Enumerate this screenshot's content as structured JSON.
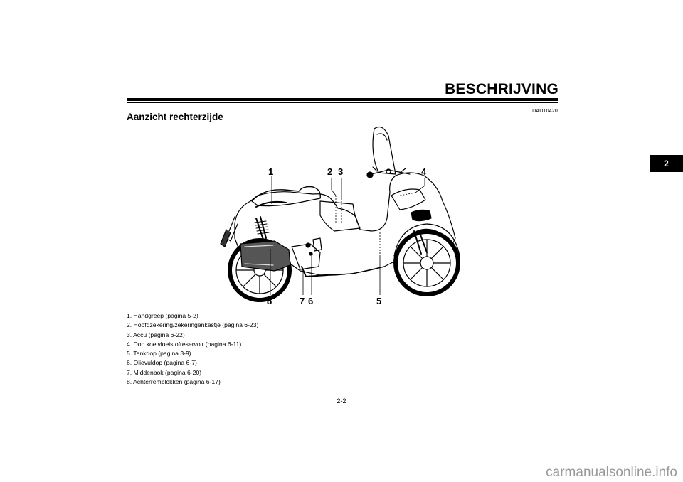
{
  "header": {
    "title": "BESCHRIJVING",
    "doc_code": "DAU10420"
  },
  "section": {
    "title": "Aanzicht rechterzijde"
  },
  "chapter_tab": "2",
  "callouts": {
    "c1": "1",
    "c2": "2",
    "c3": "3",
    "c4": "4",
    "c5": "5",
    "c6": "6",
    "c7": "7",
    "c8": "8"
  },
  "legend": [
    "1. Handgreep (pagina 5-2)",
    "2. Hoofdzekering/zekeringenkastje (pagina 6-23)",
    "3. Accu (pagina 6-22)",
    "4. Dop koelvloeistofreservoir (pagina 6-11)",
    "5. Tankdop (pagina 3-9)",
    "6. Olievuldop (pagina 6-7)",
    "7. Middenbok (pagina 6-20)",
    "8. Achterremblokken (pagina 6-17)"
  ],
  "page_number": "2-2",
  "footer": "carmanualsonline.info"
}
